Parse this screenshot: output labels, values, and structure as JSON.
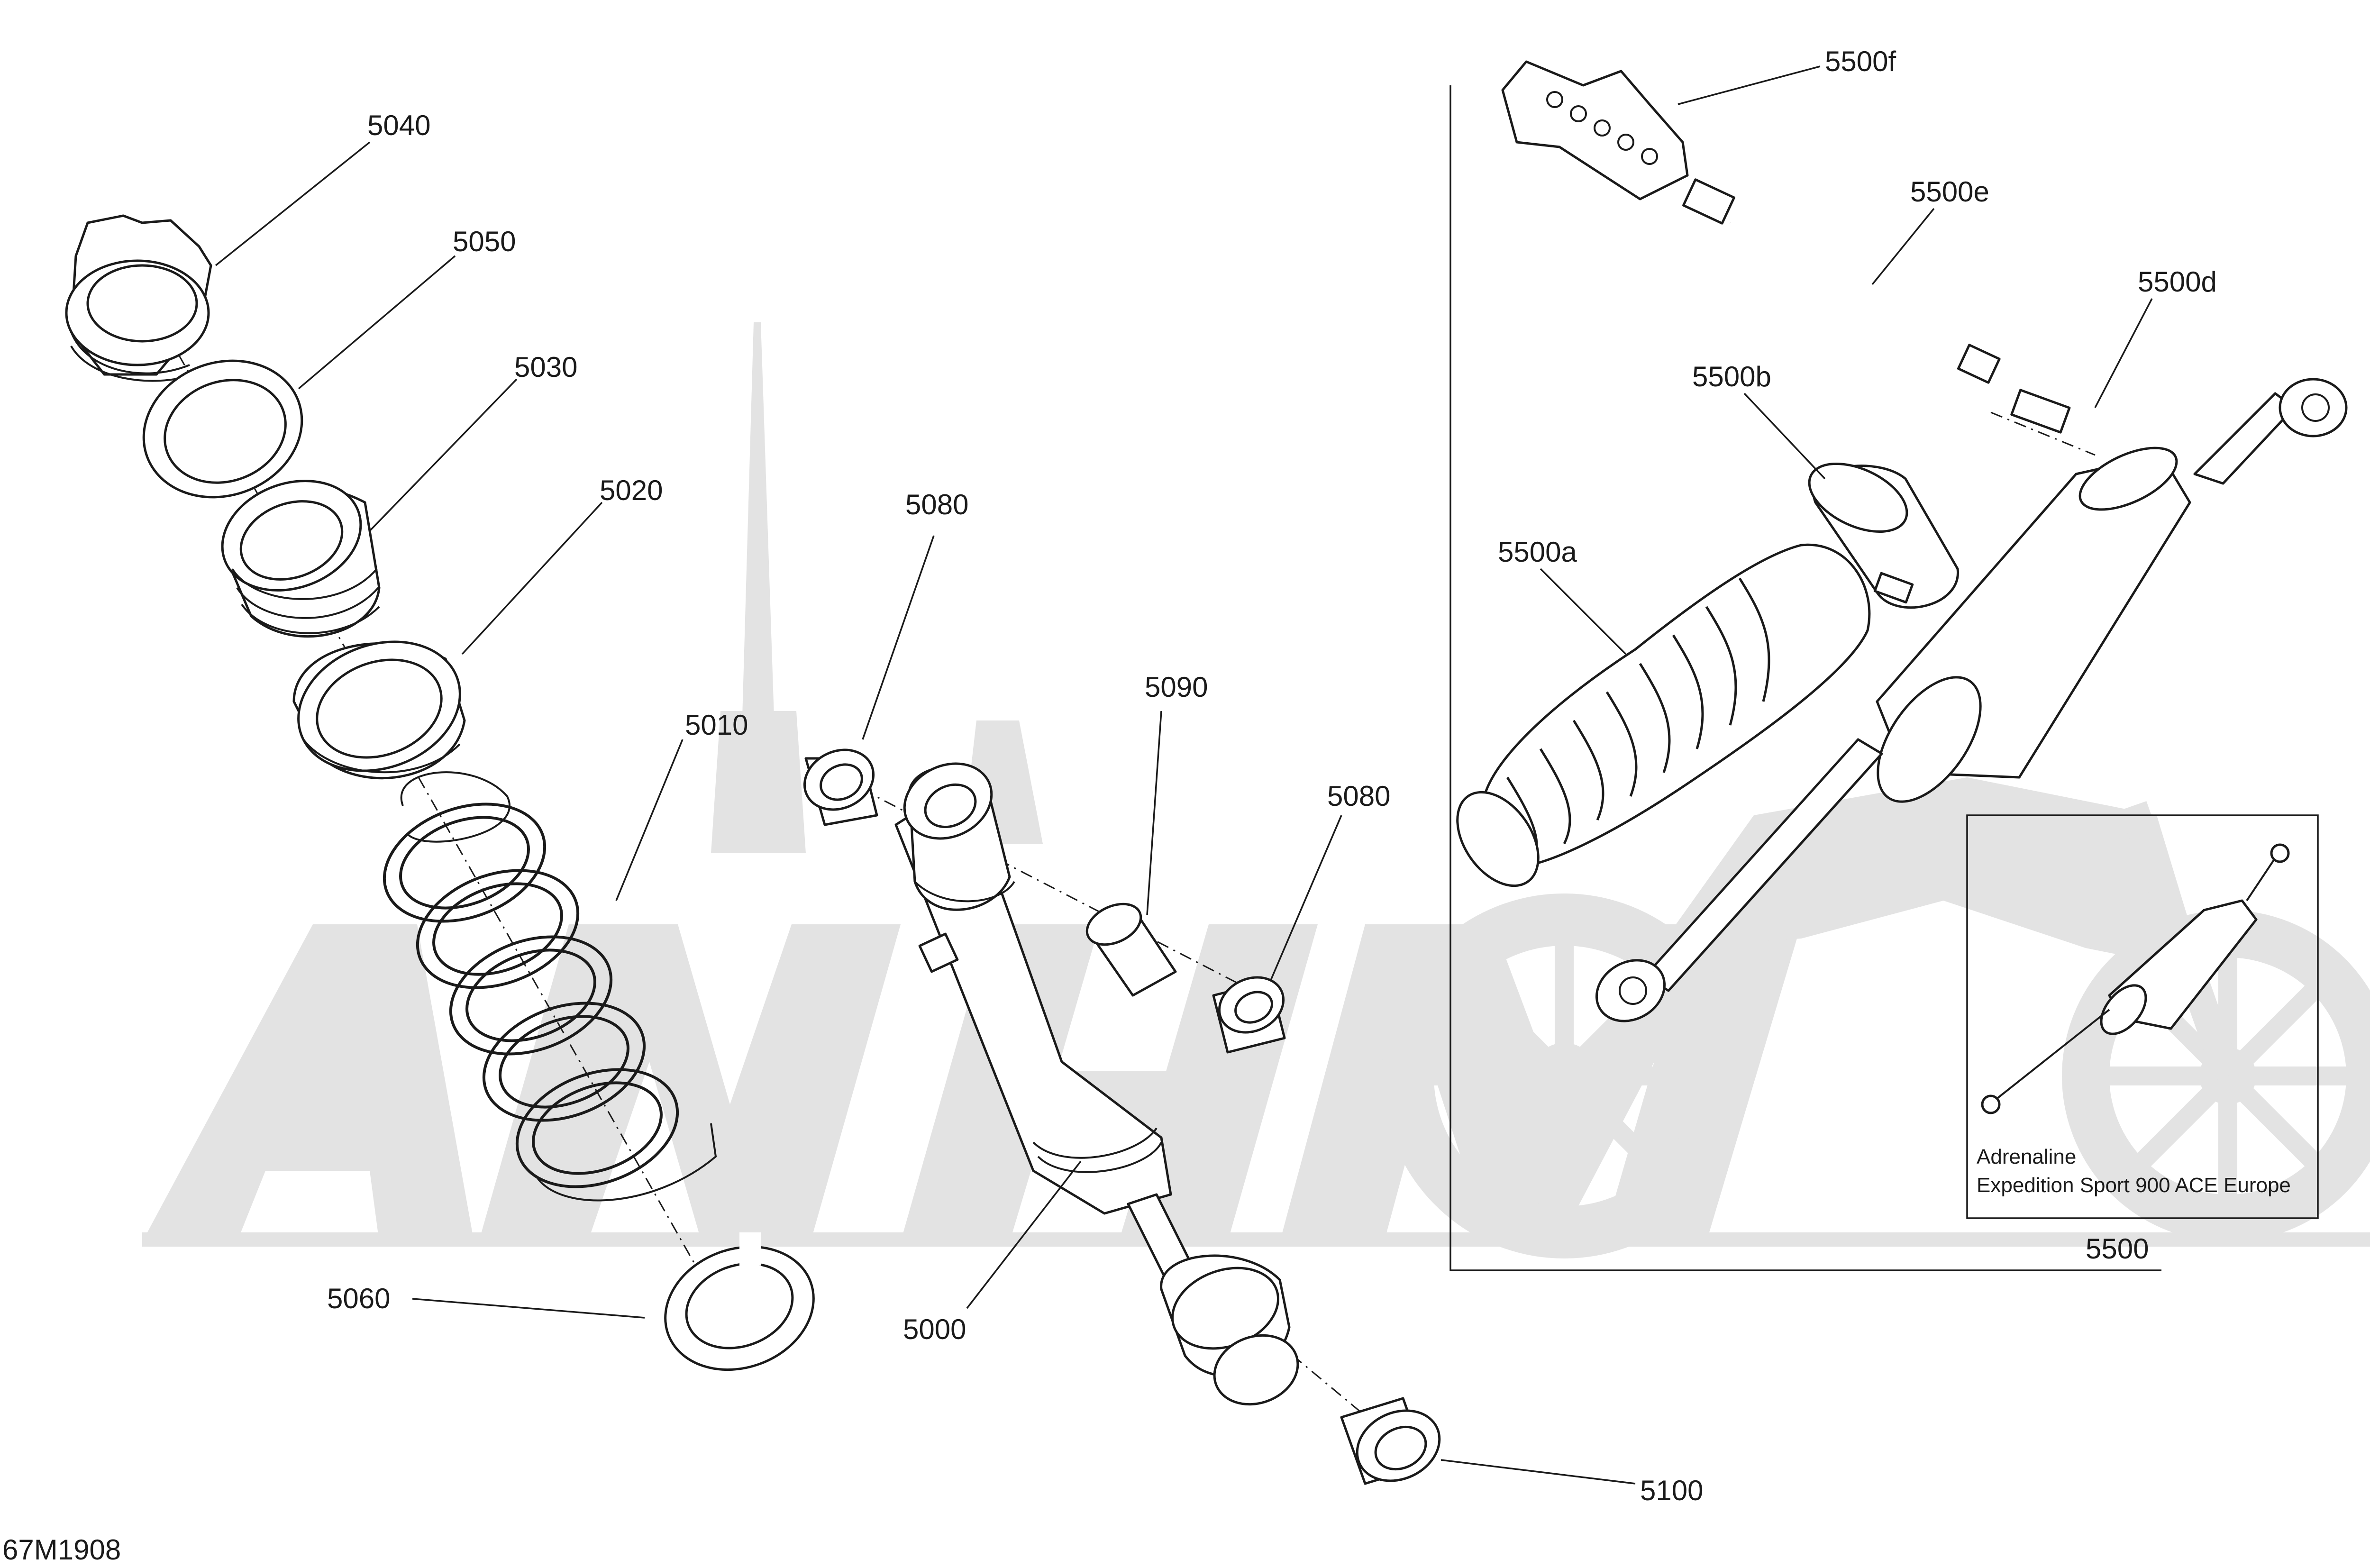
{
  "diagram_id": "67M1908",
  "callouts": {
    "p5040": "5040",
    "p5050": "5050",
    "p5030": "5030",
    "p5020": "5020",
    "p5010": "5010",
    "p5060": "5060",
    "p5080a": "5080",
    "p5090": "5090",
    "p5080b": "5080",
    "p5000": "5000",
    "p5100": "5100",
    "p5500f": "5500f",
    "p5500e": "5500e",
    "p5500d": "5500d",
    "p5500b": "5500b",
    "p5500a": "5500a",
    "p5500": "5500"
  },
  "inset": {
    "model_line1": "Adrenaline",
    "model_line2": "Expedition Sport 900 ACE Europe"
  }
}
